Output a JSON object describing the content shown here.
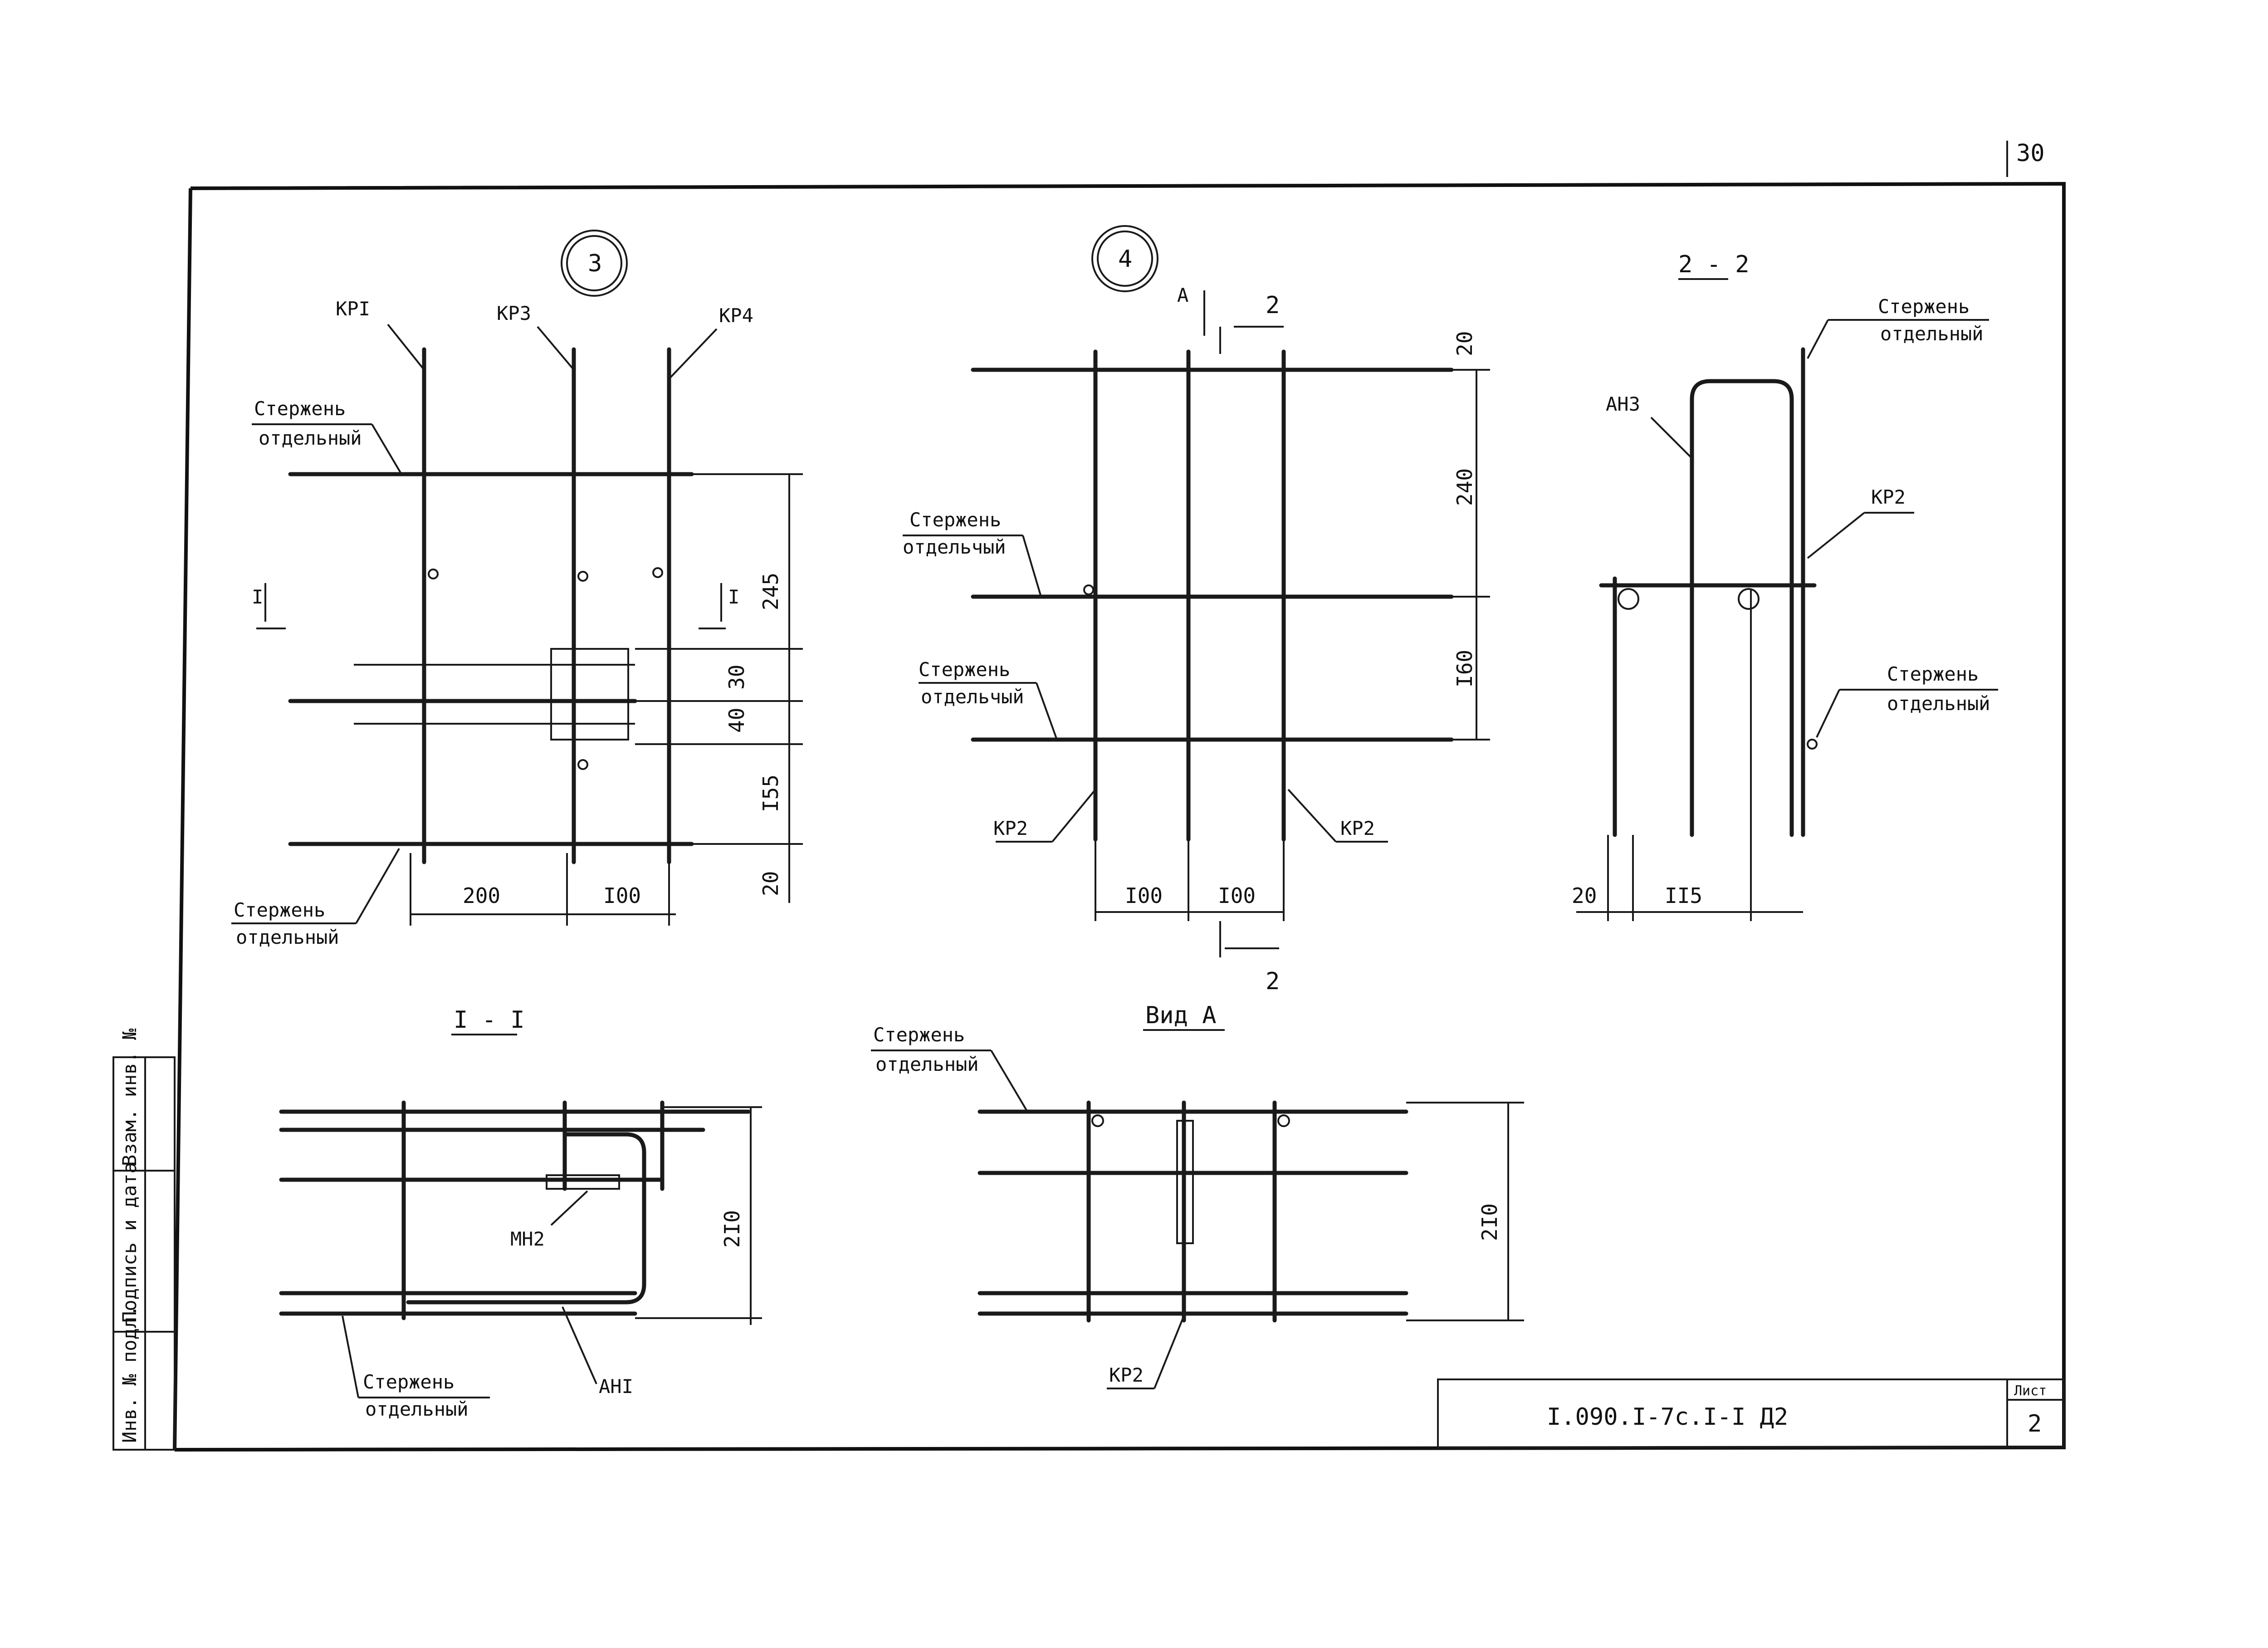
{
  "page_number": "30",
  "details": {
    "detail_3": {
      "marker": "3",
      "labels": {
        "kp1": "КРI",
        "kp3": "КР3",
        "kp4": "КР4"
      },
      "rod_top": [
        "Стержень",
        "отдельный"
      ],
      "rod_bottom": [
        "Стержень",
        "отдельный"
      ],
      "section_mark": "I",
      "dims": {
        "d200": "200",
        "d100": "I00",
        "d245": "245",
        "d30": "30",
        "d40": "40",
        "d155": "I55",
        "d20": "20"
      }
    },
    "detail_4": {
      "marker": "4",
      "view_mark": "А",
      "section_mark": "2",
      "rod_upper": [
        "Стержень",
        "отдельчый"
      ],
      "rod_lower": [
        "Стержень",
        "отдельчый"
      ],
      "kp_left": "КР2",
      "kp_right": "КР2",
      "dims": {
        "d20": "20",
        "d240": "240",
        "d160": "I60",
        "d100a": "I00",
        "d100b": "I00"
      }
    },
    "section_2_2": {
      "title": "2 - 2",
      "rod_top": [
        "Стержень",
        "отдельный"
      ],
      "rod_bottom": [
        "Стержень",
        "отдельный"
      ],
      "ah3": "АН3",
      "kp2": "КР2",
      "dims": {
        "d20": "20",
        "d115": "II5"
      }
    },
    "section_1_1": {
      "title": "I - I",
      "mh2": "МН2",
      "ah1": "АНI",
      "rod": [
        "Стержень",
        "отдельный"
      ],
      "dims": {
        "d210": "2I0"
      }
    },
    "view_a": {
      "title": "Вид А",
      "rod": [
        "Стержень",
        "отдельный"
      ],
      "kp2": "КР2",
      "dims": {
        "d210": "2I0"
      }
    }
  },
  "stamp": {
    "side_labels": [
      "Инв. № подл.",
      "Подпись и дата",
      "Взам. инв. №"
    ],
    "doc_code": "I.090.I-7с.I-I Д2",
    "sheet_label": "Лист",
    "sheet_number": "2"
  }
}
